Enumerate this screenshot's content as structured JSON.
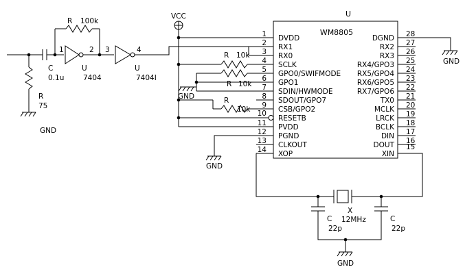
{
  "ic": {
    "designator": "U",
    "part": "WM8805",
    "left_pins": [
      {
        "num": "1",
        "name": "DVDD"
      },
      {
        "num": "2",
        "name": "RX1"
      },
      {
        "num": "3",
        "name": "RX0"
      },
      {
        "num": "4",
        "name": "SCLK"
      },
      {
        "num": "5",
        "name": "GPO0/SWIFMODE"
      },
      {
        "num": "6",
        "name": "GPO1"
      },
      {
        "num": "7",
        "name": "SDIN/HWMODE"
      },
      {
        "num": "8",
        "name": "SDOUT/GPO7"
      },
      {
        "num": "9",
        "name": "CSB/GPO2"
      },
      {
        "num": "10",
        "name": "RESETB"
      },
      {
        "num": "11",
        "name": "PVDD"
      },
      {
        "num": "12",
        "name": "PGND"
      },
      {
        "num": "13",
        "name": "CLKOUT"
      },
      {
        "num": "14",
        "name": "XOP"
      }
    ],
    "right_pins": [
      {
        "num": "28",
        "name": "DGND"
      },
      {
        "num": "27",
        "name": "RX2"
      },
      {
        "num": "26",
        "name": "RX3"
      },
      {
        "num": "25",
        "name": "RX4/GPO3"
      },
      {
        "num": "24",
        "name": "RX5/GPO4"
      },
      {
        "num": "23",
        "name": "RX6/GPO5"
      },
      {
        "num": "22",
        "name": "RX7/GPO6"
      },
      {
        "num": "21",
        "name": "TX0"
      },
      {
        "num": "20",
        "name": "MCLK"
      },
      {
        "num": "19",
        "name": "LRCK"
      },
      {
        "num": "18",
        "name": "BCLK"
      },
      {
        "num": "17",
        "name": "DIN"
      },
      {
        "num": "16",
        "name": "DOUT"
      },
      {
        "num": "15",
        "name": "XIN"
      }
    ]
  },
  "inverter1": {
    "pin_in": "1",
    "pin_out": "2",
    "designator": "U",
    "part": "7404"
  },
  "inverter2": {
    "pin_in": "3",
    "pin_out": "4",
    "designator": "U",
    "part": "7404I"
  },
  "feedback_resistor": {
    "designator": "R",
    "value": "100k"
  },
  "input_cap": {
    "designator": "C",
    "value": "0.1u"
  },
  "term_resistor": {
    "designator": "R",
    "value": "75"
  },
  "pullups": [
    {
      "designator": "R",
      "value": "10k"
    },
    {
      "designator": "R",
      "value": "10k"
    },
    {
      "designator": "R",
      "value": "10k"
    }
  ],
  "crystal": {
    "designator": "X",
    "value": "12MHz"
  },
  "load_cap_left": {
    "designator": "C",
    "value": "22p"
  },
  "load_cap_right": {
    "designator": "C",
    "value": "22p"
  },
  "power_label": "VCC",
  "ground_label": "GND"
}
